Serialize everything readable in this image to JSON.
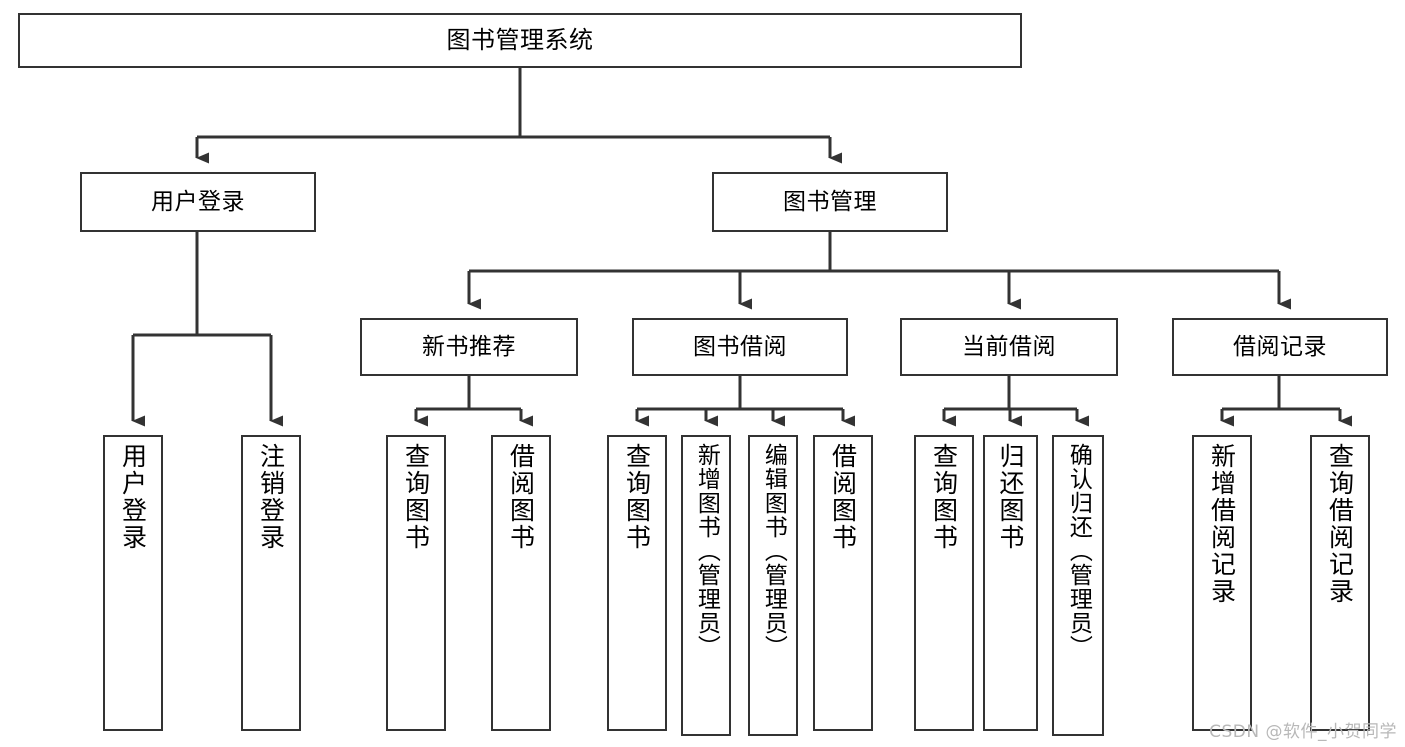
{
  "diagram": {
    "title": "图书管理系统",
    "type": "tree-hierarchy",
    "colors": {
      "background": "#ffffff",
      "stroke": "#333333",
      "node_fill": "#ffffff",
      "text": "#000000",
      "watermark": "#b8b8b8"
    },
    "root": {
      "label": "图书管理系统"
    },
    "level2": [
      {
        "label": "用户登录"
      },
      {
        "label": "图书管理"
      }
    ],
    "level3": [
      {
        "label": "新书推荐"
      },
      {
        "label": "图书借阅"
      },
      {
        "label": "当前借阅"
      },
      {
        "label": "借阅记录"
      }
    ],
    "leaves": {
      "user_login": [
        {
          "label": "用户登录"
        },
        {
          "label": "注销登录"
        }
      ],
      "new_book": [
        {
          "label": "查询图书"
        },
        {
          "label": "借阅图书"
        }
      ],
      "book_borrow": [
        {
          "label": "查询图书"
        },
        {
          "label": "新增图书（管理员）"
        },
        {
          "label": "编辑图书（管理员）"
        },
        {
          "label": "借阅图书"
        }
      ],
      "current_borrow": [
        {
          "label": "查询图书"
        },
        {
          "label": "归还图书"
        },
        {
          "label": "确认归还（管理员）"
        }
      ],
      "borrow_record": [
        {
          "label": "新增借阅记录"
        },
        {
          "label": "查询借阅记录"
        }
      ]
    },
    "watermark": "CSDN @软件_小贺同学"
  }
}
